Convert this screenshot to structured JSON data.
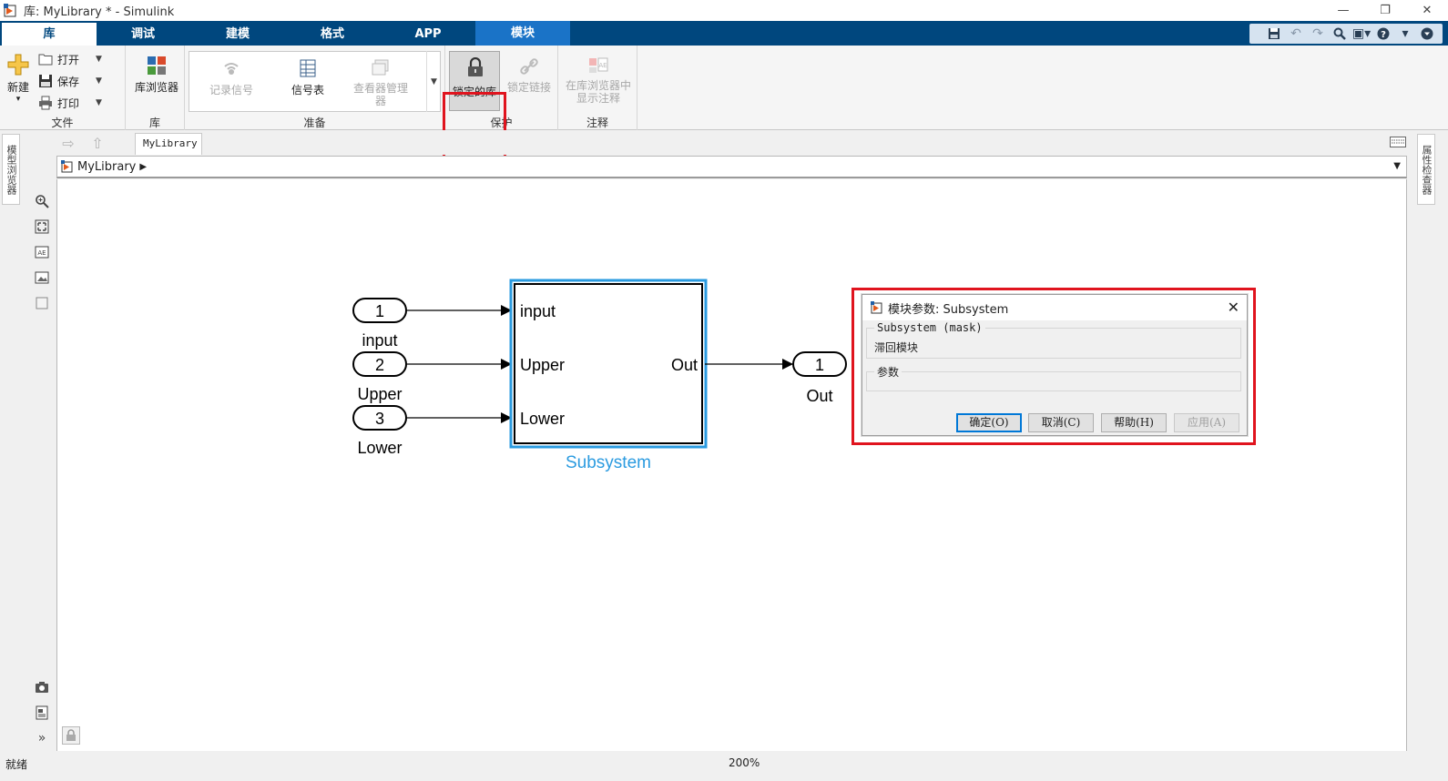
{
  "window": {
    "title": "库: MyLibrary * - Simulink",
    "minimize": "—",
    "restore": "❐",
    "close": "✕"
  },
  "tabs": [
    {
      "label": "库"
    },
    {
      "label": "调试"
    },
    {
      "label": "建模"
    },
    {
      "label": "格式"
    },
    {
      "label": "APP"
    },
    {
      "label": "模块"
    }
  ],
  "ribbon": {
    "file_group": {
      "label": "文件",
      "new_label": "新建",
      "open_label": "打开",
      "save_label": "保存",
      "print_label": "打印"
    },
    "library_group": {
      "label": "库",
      "browser_label": "库浏览器"
    },
    "prepare_group": {
      "label": "准备",
      "log_signal_label": "记录信号",
      "signal_table_label": "信号表",
      "viewer_manager_label": "查看器管理器"
    },
    "protect_group": {
      "label": "保护",
      "locked_library_label": "锁定的库",
      "lock_links_label": "锁定链接"
    },
    "annotation_group": {
      "label": "注释",
      "show_in_browser_label": "在库浏览器中显示注释"
    }
  },
  "side_panels": {
    "left_label": "模型浏览器",
    "right_label": "属性检查器"
  },
  "navigator": {
    "model_tab": "MyLibrary",
    "breadcrumb": "MyLibrary"
  },
  "diagram": {
    "inports": [
      {
        "number": "1",
        "name": "input"
      },
      {
        "number": "2",
        "name": "Upper"
      },
      {
        "number": "3",
        "name": "Lower"
      }
    ],
    "subsystem": {
      "name": "Subsystem",
      "inputs": [
        "input",
        "Upper",
        "Lower"
      ],
      "output": "Out"
    },
    "outport": {
      "number": "1",
      "name": "Out"
    }
  },
  "dialog": {
    "title": "模块参数: Subsystem",
    "section_title": "Subsystem (mask)",
    "description": "滞回模块",
    "params_title": "参数",
    "ok_label": "确定(O)",
    "cancel_label": "取消(C)",
    "help_label": "帮助(H)",
    "apply_label": "应用(A)"
  },
  "status": {
    "text": "就绪",
    "zoom": "200%"
  },
  "colors": {
    "tab_bar": "#00477e",
    "module_tab": "#1a73c7",
    "selection": "#2b9be0",
    "highlight": "#e0141e"
  }
}
